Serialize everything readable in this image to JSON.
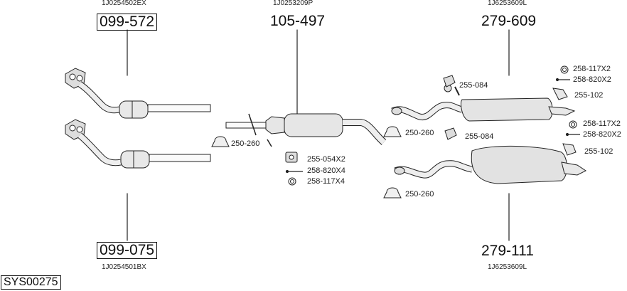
{
  "page": {
    "system_code": "SYS00275"
  },
  "groups": {
    "catalyst_upper": {
      "oem": "1J0254502EX",
      "number": "099-572"
    },
    "catalyst_lower": {
      "oem": "1J0254501BX",
      "number": "099-075"
    },
    "middle_silencer": {
      "oem": "1J0253209P",
      "number": "105-497"
    },
    "rear_upper": {
      "oem": "1J6253609L",
      "number": "279-609"
    },
    "rear_lower": {
      "oem": "1J6253609L",
      "number": "279-111"
    }
  },
  "parts": {
    "middle_clamp": "250-260",
    "middle_gasket": "255-054X2",
    "middle_bolt": "258-820X4",
    "middle_ring": "258-117X4",
    "rear_upper_mount": "255-084",
    "rear_upper_ring": "258-117X2",
    "rear_upper_bolt": "258-820X2",
    "rear_upper_bracket": "255-102",
    "rear_upper_clamp": "250-260",
    "rear_lower_mount": "255-084",
    "rear_lower_ring": "258-117X2",
    "rear_lower_bolt": "258-820X2",
    "rear_lower_bracket": "255-102",
    "rear_lower_clamp": "250-260"
  }
}
